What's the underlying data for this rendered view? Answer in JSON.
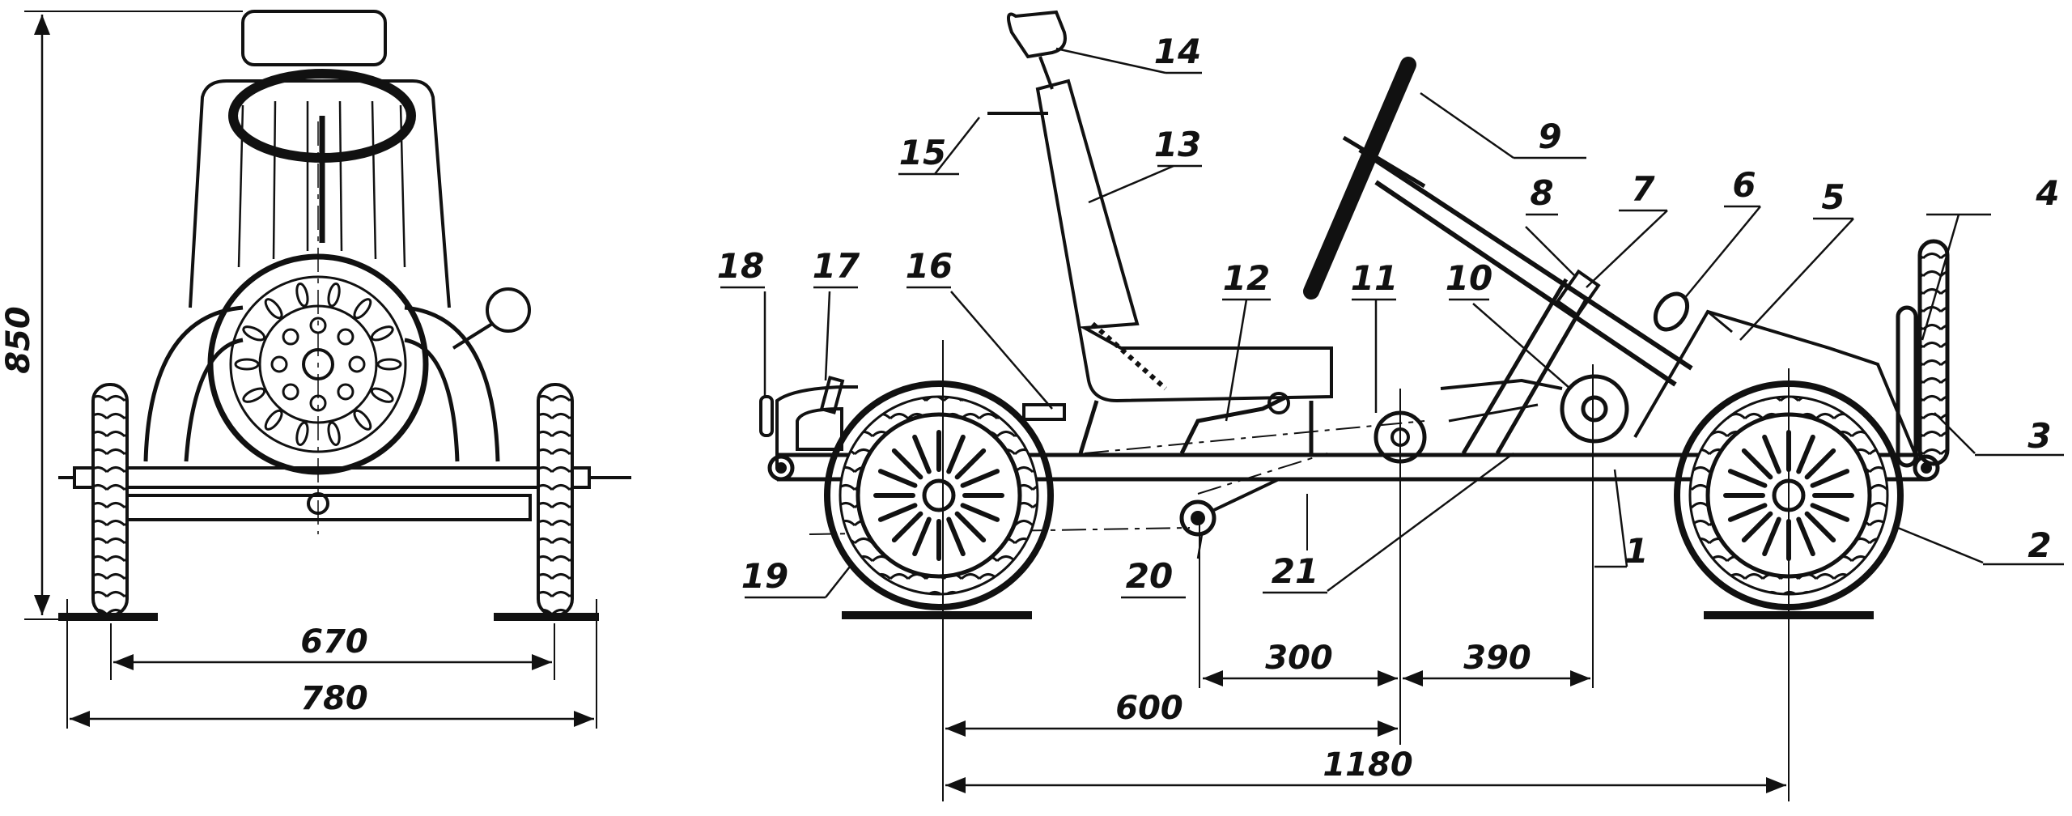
{
  "front_view": {
    "dimensions": {
      "height": "850",
      "track": "670",
      "width": "780"
    }
  },
  "side_view": {
    "dimensions": {
      "d300": "300",
      "d390": "390",
      "d600": "600",
      "wheelbase": "1180"
    },
    "callouts": [
      "1",
      "2",
      "3",
      "4",
      "5",
      "6",
      "7",
      "8",
      "9",
      "10",
      "11",
      "12",
      "13",
      "14",
      "15",
      "16",
      "17",
      "18",
      "19",
      "20",
      "21"
    ]
  }
}
